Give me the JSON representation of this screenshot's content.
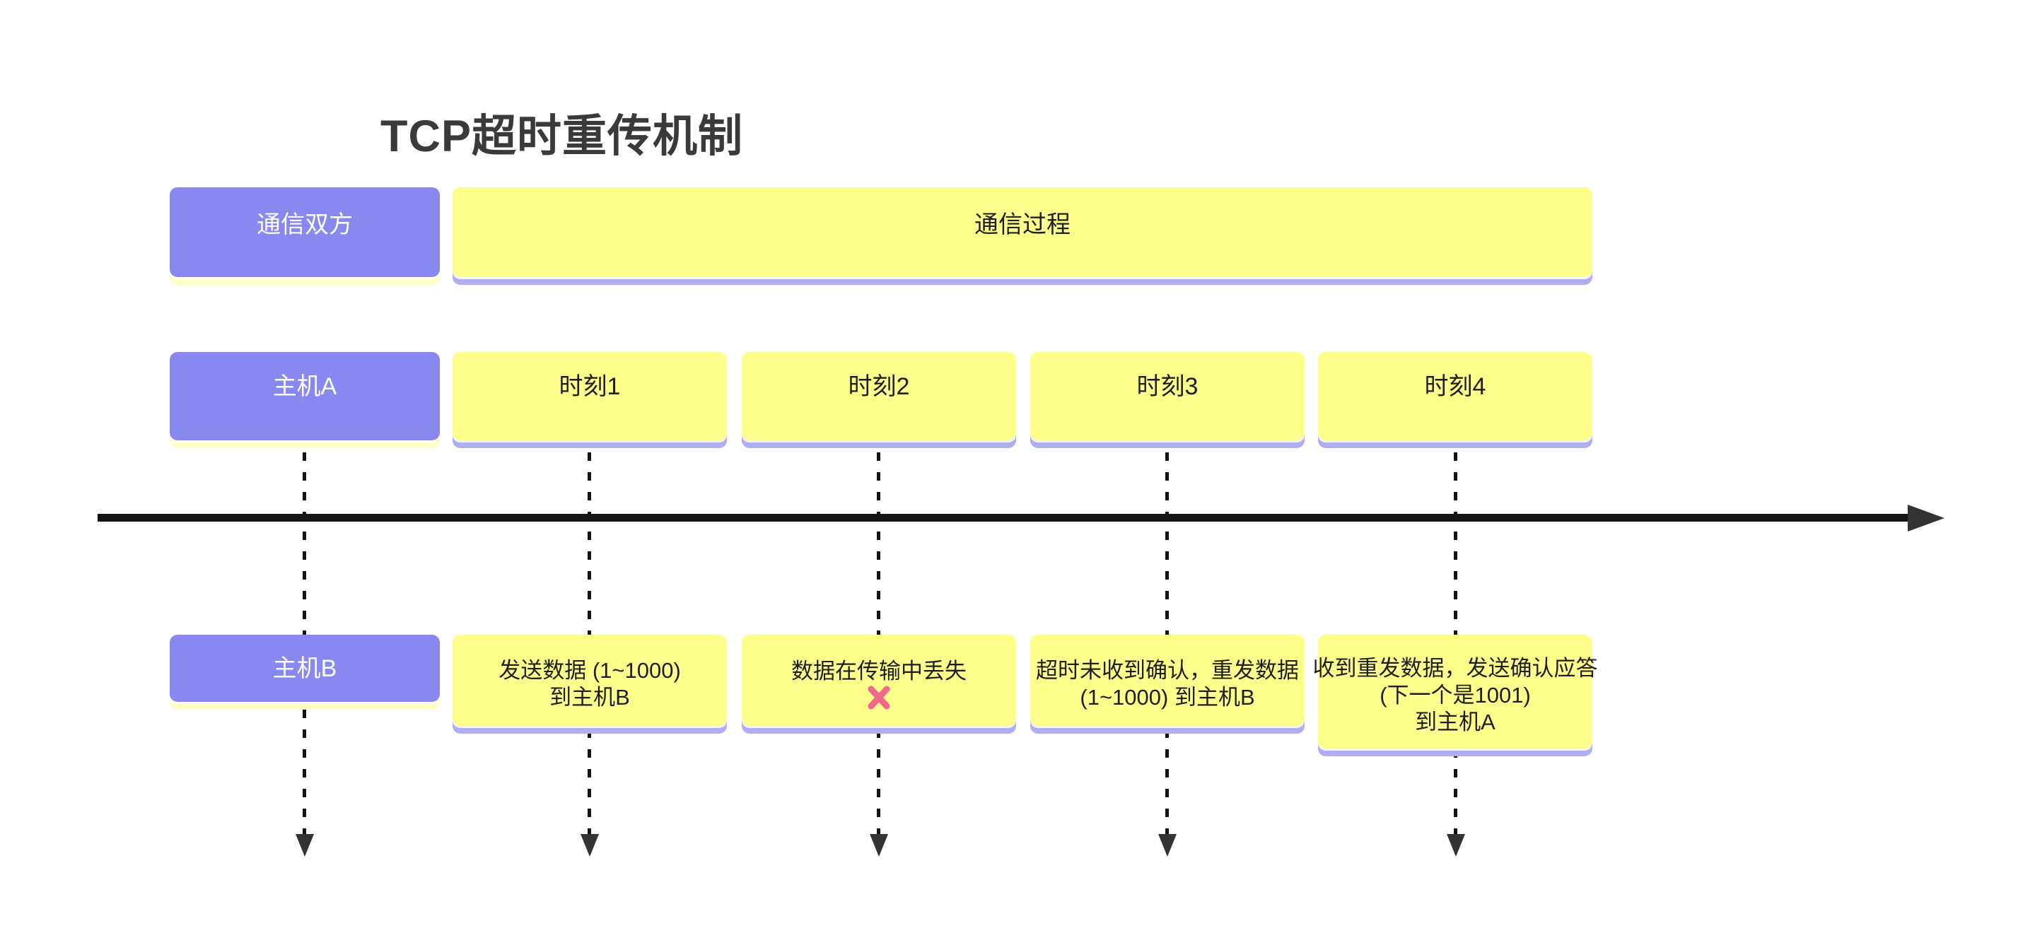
{
  "title": "TCP超时重传机制",
  "colors": {
    "purple": "#8789F0",
    "purple_shadow": "#FFFFC6",
    "yellow": "#FEFE8B",
    "yellow_shadow": "#AFAFEF",
    "ink": "#1E1E1E",
    "title_ink": "#3A3A3A",
    "text_on_purple": "#FFFFFF",
    "line_black": "#141414",
    "arrow_gray": "#333333",
    "cross_pink": "#F2688A"
  },
  "row1": {
    "left_label": "通信双方",
    "right_label": "通信过程"
  },
  "row2": {
    "left_label": "主机A",
    "cells": [
      {
        "label": "时刻1"
      },
      {
        "label": "时刻2"
      },
      {
        "label": "时刻3"
      },
      {
        "label": "时刻4"
      }
    ]
  },
  "row3": {
    "left_label": "主机B",
    "cells": [
      {
        "lines": [
          "发送数据 (1~1000)",
          "到主机B"
        ]
      },
      {
        "lines": [
          "数据在传输中丢失"
        ],
        "icon": "cross-mark"
      },
      {
        "lines": [
          "超时未收到确认，重发数据",
          "(1~1000) 到主机B"
        ]
      },
      {
        "lines": [
          "收到重发数据，发送确认应答",
          "(下一个是1001)",
          "到主机A"
        ]
      }
    ]
  }
}
